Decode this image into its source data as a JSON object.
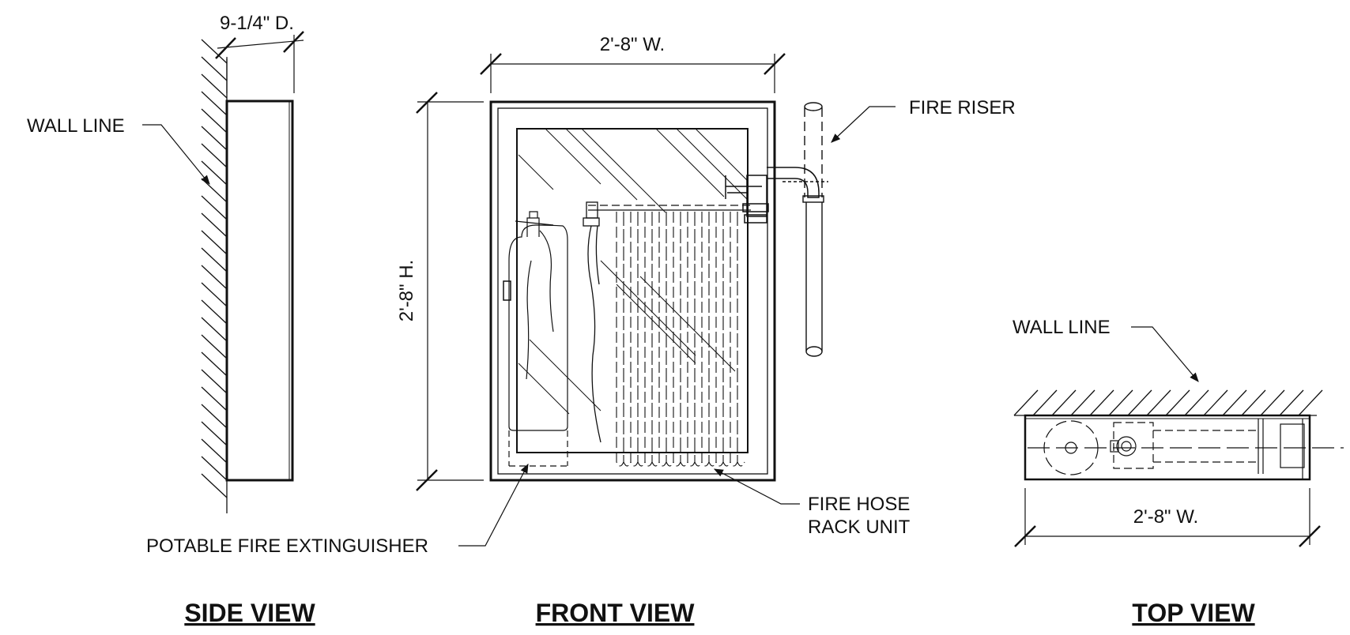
{
  "colors": {
    "line": "#111111",
    "background": "#ffffff"
  },
  "side_view": {
    "title": "SIDE VIEW",
    "depth_dim": "9-1/4\" D.",
    "wall_label": "WALL LINE"
  },
  "front_view": {
    "title": "FRONT VIEW",
    "width_dim": "2'-8\" W.",
    "height_dim": "2'-8\" H.",
    "riser_label": "FIRE RISER",
    "hose_label_line1": "FIRE HOSE",
    "hose_label_line2": "RACK UNIT",
    "extinguisher_label": "POTABLE FIRE EXTINGUISHER"
  },
  "top_view": {
    "title": "TOP VIEW",
    "wall_label": "WALL LINE",
    "width_dim": "2'-8\" W."
  }
}
